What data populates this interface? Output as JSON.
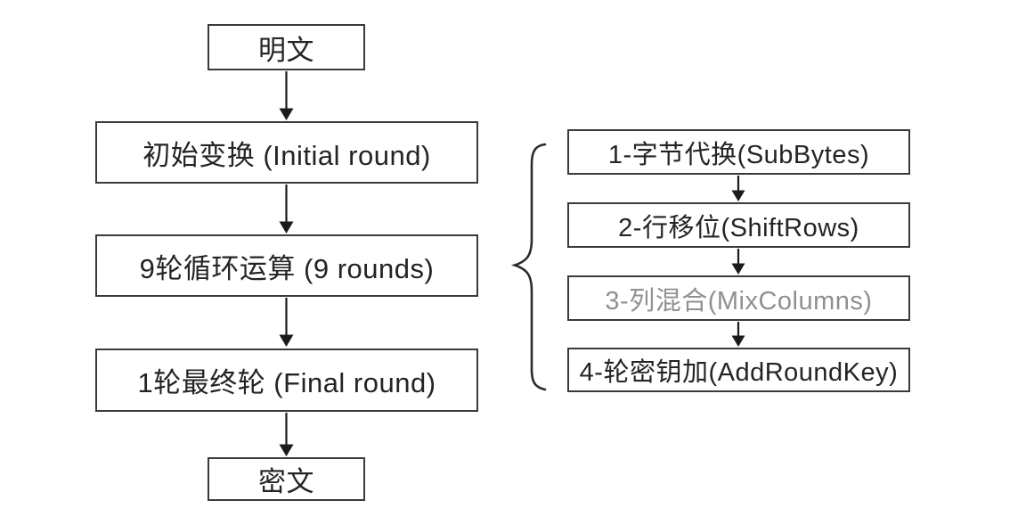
{
  "diagram": {
    "main_flow": [
      {
        "label": "明文"
      },
      {
        "label": "初始变换 (Initial round)"
      },
      {
        "label": "9轮循环运算 (9 rounds)"
      },
      {
        "label": "1轮最终轮 (Final round)"
      },
      {
        "label": "密文"
      }
    ],
    "round_steps": [
      {
        "label": "1-字节代换(SubBytes)",
        "muted": false
      },
      {
        "label": "2-行移位(ShiftRows)",
        "muted": false
      },
      {
        "label": "3-列混合(MixColumns)",
        "muted": true
      },
      {
        "label": "4-轮密钥加(AddRoundKey)",
        "muted": false
      }
    ],
    "colors": {
      "background": "#ffffff",
      "box_border": "#3a3a3a",
      "text": "#242424",
      "muted_text": "#909090",
      "arrow": "#1b1b1b",
      "brace": "#2b2b2b"
    }
  }
}
